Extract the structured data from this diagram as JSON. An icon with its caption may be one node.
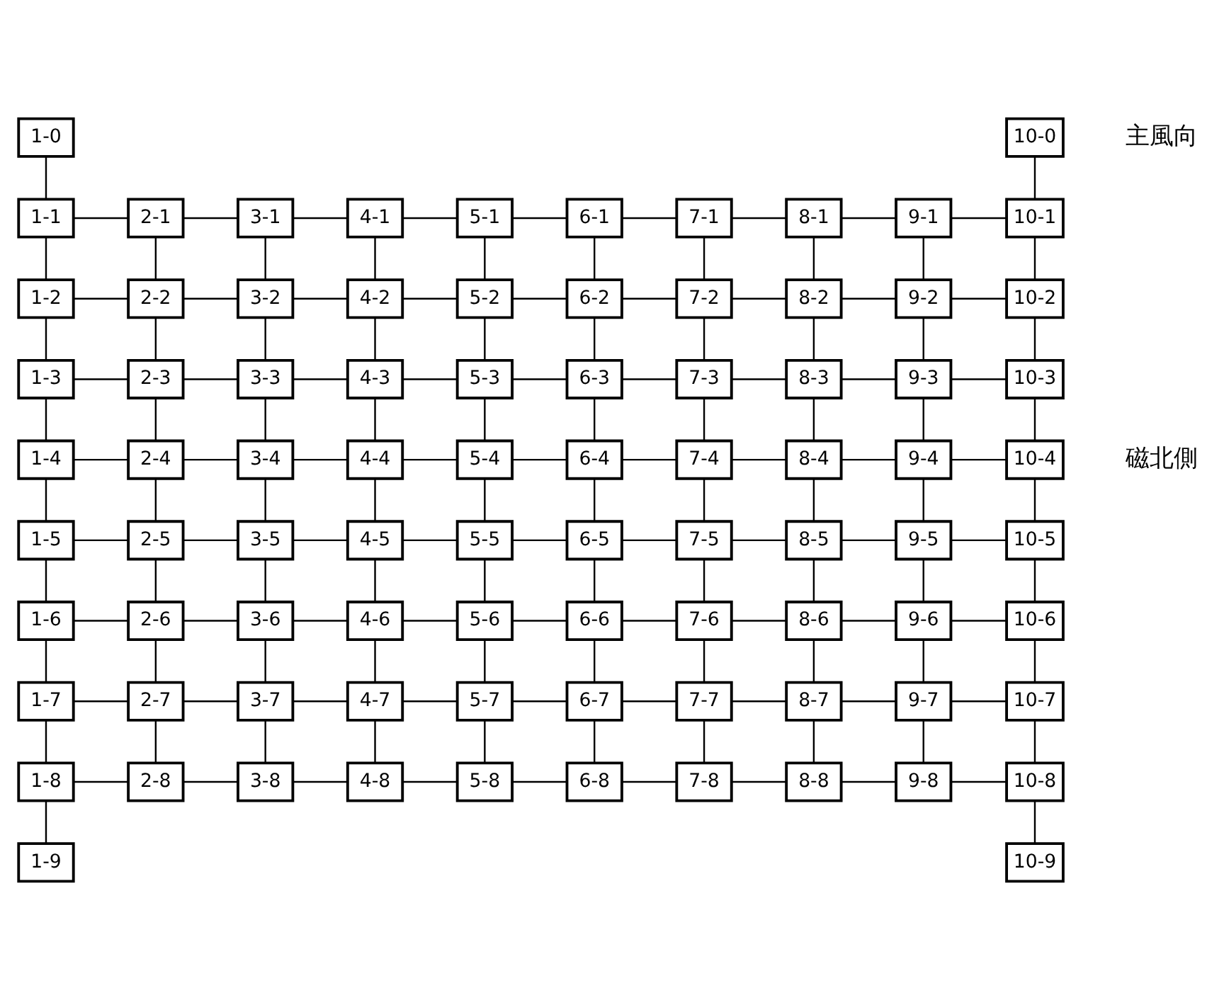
{
  "diagram": {
    "nodes": [
      {
        "text": [
          "1-0"
        ]
      },
      {
        "text": [
          "10-0"
        ]
      },
      {
        "text": [
          "1-1"
        ]
      },
      {
        "text": [
          "2-1"
        ]
      },
      {
        "text": [
          "3-1"
        ]
      },
      {
        "text": [
          "4-1"
        ]
      },
      {
        "text": [
          "5-1"
        ]
      },
      {
        "text": [
          "6-1"
        ]
      },
      {
        "text": [
          "7-1"
        ]
      },
      {
        "text": [
          "8-1"
        ]
      },
      {
        "text": [
          "9-1"
        ]
      },
      {
        "text": [
          "10-1"
        ]
      },
      {
        "text": [
          "1-2"
        ]
      },
      {
        "text": [
          "2-2"
        ]
      },
      {
        "text": [
          "3-2"
        ]
      },
      {
        "text": [
          "4-2"
        ]
      },
      {
        "text": [
          "5-2"
        ]
      },
      {
        "text": [
          "6-2"
        ]
      },
      {
        "text": [
          "7-2"
        ]
      },
      {
        "text": [
          "8-2"
        ]
      },
      {
        "text": [
          "9-2"
        ]
      },
      {
        "text": [
          "10-2"
        ]
      },
      {
        "text": [
          "1-3"
        ]
      },
      {
        "text": [
          "2-3"
        ]
      },
      {
        "text": [
          "3-3"
        ]
      },
      {
        "text": [
          "4-3"
        ]
      },
      {
        "text": [
          "5-3"
        ]
      },
      {
        "text": [
          "6-3"
        ]
      },
      {
        "text": [
          "7-3"
        ]
      },
      {
        "text": [
          "8-3"
        ]
      },
      {
        "text": [
          "9-3"
        ]
      },
      {
        "text": [
          "10-3"
        ]
      },
      {
        "text": [
          "1-4"
        ]
      },
      {
        "text": [
          "2-4"
        ]
      },
      {
        "text": [
          "3-4"
        ]
      },
      {
        "text": [
          "4-4"
        ]
      },
      {
        "text": [
          "5-4"
        ]
      },
      {
        "text": [
          "6-4"
        ]
      },
      {
        "text": [
          "7-4"
        ]
      },
      {
        "text": [
          "8-4"
        ]
      },
      {
        "text": [
          "9-4"
        ]
      },
      {
        "text": [
          "10-4"
        ]
      },
      {
        "text": [
          "1-5"
        ]
      },
      {
        "text": [
          "2-5"
        ]
      },
      {
        "text": [
          "3-5"
        ]
      },
      {
        "text": [
          "4-5"
        ]
      },
      {
        "text": [
          "5-5"
        ]
      },
      {
        "text": [
          "6-5"
        ]
      },
      {
        "text": [
          "7-5"
        ]
      },
      {
        "text": [
          "8-5"
        ]
      },
      {
        "text": [
          "9-5"
        ]
      },
      {
        "text": [
          "10-5"
        ]
      },
      {
        "text": [
          "1-6"
        ]
      },
      {
        "text": [
          "2-6"
        ]
      },
      {
        "text": [
          "3-6"
        ]
      },
      {
        "text": [
          "4-6"
        ]
      },
      {
        "text": [
          "5-6"
        ]
      },
      {
        "text": [
          "6-6"
        ]
      },
      {
        "text": [
          "7-6"
        ]
      },
      {
        "text": [
          "8-6"
        ]
      },
      {
        "text": [
          "9-6"
        ]
      },
      {
        "text": [
          "10-6"
        ]
      },
      {
        "text": [
          "1-7"
        ]
      },
      {
        "text": [
          "2-7"
        ]
      },
      {
        "text": [
          "3-7"
        ]
      },
      {
        "text": [
          "4-7"
        ]
      },
      {
        "text": [
          "5-7"
        ]
      },
      {
        "text": [
          "6-7"
        ]
      },
      {
        "text": [
          "7-7"
        ]
      },
      {
        "text": [
          "8-7"
        ]
      },
      {
        "text": [
          "9-7"
        ]
      },
      {
        "text": [
          "10-7"
        ]
      },
      {
        "text": [
          "1-8"
        ]
      },
      {
        "text": [
          "2-8"
        ]
      },
      {
        "text": [
          "3-8"
        ]
      },
      {
        "text": [
          "4-8"
        ]
      },
      {
        "text": [
          "5-8"
        ]
      },
      {
        "text": [
          "6-8"
        ]
      },
      {
        "text": [
          "7-8"
        ]
      },
      {
        "text": [
          "8-8"
        ]
      },
      {
        "text": [
          "9-8"
        ]
      },
      {
        "text": [
          "10-8"
        ]
      },
      {
        "text": [
          "1-9"
        ]
      },
      {
        "text": [
          "10-9"
        ]
      }
    ],
    "edges": [
      {
        "from": 0,
        "to": 2,
        "arrow": "none"
      },
      {
        "from": 1,
        "to": 11,
        "arrow": "none"
      },
      {
        "from": 2,
        "to": 3,
        "arrow": "none"
      },
      {
        "from": 3,
        "to": 4,
        "arrow": "none"
      },
      {
        "from": 4,
        "to": 5,
        "arrow": "none"
      },
      {
        "from": 5,
        "to": 6,
        "arrow": "none"
      },
      {
        "from": 6,
        "to": 7,
        "arrow": "none"
      },
      {
        "from": 7,
        "to": 8,
        "arrow": "none"
      },
      {
        "from": 8,
        "to": 9,
        "arrow": "none"
      },
      {
        "from": 9,
        "to": 10,
        "arrow": "none"
      },
      {
        "from": 10,
        "to": 11,
        "arrow": "none"
      },
      {
        "from": 12,
        "to": 13,
        "arrow": "none"
      },
      {
        "from": 13,
        "to": 14,
        "arrow": "none"
      },
      {
        "from": 14,
        "to": 15,
        "arrow": "none"
      },
      {
        "from": 15,
        "to": 16,
        "arrow": "none"
      },
      {
        "from": 16,
        "to": 17,
        "arrow": "none"
      },
      {
        "from": 17,
        "to": 18,
        "arrow": "none"
      },
      {
        "from": 18,
        "to": 19,
        "arrow": "none"
      },
      {
        "from": 19,
        "to": 20,
        "arrow": "none"
      },
      {
        "from": 20,
        "to": 21,
        "arrow": "none"
      },
      {
        "from": 22,
        "to": 23,
        "arrow": "none"
      },
      {
        "from": 23,
        "to": 24,
        "arrow": "none"
      },
      {
        "from": 24,
        "to": 25,
        "arrow": "none"
      },
      {
        "from": 25,
        "to": 26,
        "arrow": "none"
      },
      {
        "from": 26,
        "to": 27,
        "arrow": "none"
      },
      {
        "from": 27,
        "to": 28,
        "arrow": "none"
      },
      {
        "from": 28,
        "to": 29,
        "arrow": "none"
      },
      {
        "from": 29,
        "to": 30,
        "arrow": "none"
      },
      {
        "from": 30,
        "to": 31,
        "arrow": "none"
      },
      {
        "from": 32,
        "to": 33,
        "arrow": "none"
      },
      {
        "from": 33,
        "to": 34,
        "arrow": "none"
      },
      {
        "from": 34,
        "to": 35,
        "arrow": "none"
      },
      {
        "from": 35,
        "to": 36,
        "arrow": "none"
      },
      {
        "from": 36,
        "to": 37,
        "arrow": "none"
      },
      {
        "from": 37,
        "to": 38,
        "arrow": "none"
      },
      {
        "from": 38,
        "to": 39,
        "arrow": "none"
      },
      {
        "from": 39,
        "to": 40,
        "arrow": "none"
      },
      {
        "from": 40,
        "to": 41,
        "arrow": "none"
      },
      {
        "from": 42,
        "to": 43,
        "arrow": "none"
      },
      {
        "from": 43,
        "to": 44,
        "arrow": "none"
      },
      {
        "from": 44,
        "to": 45,
        "arrow": "none"
      },
      {
        "from": 45,
        "to": 46,
        "arrow": "none"
      },
      {
        "from": 46,
        "to": 47,
        "arrow": "none"
      },
      {
        "from": 47,
        "to": 48,
        "arrow": "none"
      },
      {
        "from": 48,
        "to": 49,
        "arrow": "none"
      },
      {
        "from": 49,
        "to": 50,
        "arrow": "none"
      },
      {
        "from": 50,
        "to": 51,
        "arrow": "none"
      },
      {
        "from": 52,
        "to": 53,
        "arrow": "none"
      },
      {
        "from": 53,
        "to": 54,
        "arrow": "none"
      },
      {
        "from": 54,
        "to": 55,
        "arrow": "none"
      },
      {
        "from": 55,
        "to": 56,
        "arrow": "none"
      },
      {
        "from": 56,
        "to": 57,
        "arrow": "none"
      },
      {
        "from": 57,
        "to": 58,
        "arrow": "none"
      },
      {
        "from": 58,
        "to": 59,
        "arrow": "none"
      },
      {
        "from": 59,
        "to": 60,
        "arrow": "none"
      },
      {
        "from": 60,
        "to": 61,
        "arrow": "none"
      },
      {
        "from": 62,
        "to": 63,
        "arrow": "none"
      },
      {
        "from": 63,
        "to": 64,
        "arrow": "none"
      },
      {
        "from": 64,
        "to": 65,
        "arrow": "none"
      },
      {
        "from": 65,
        "to": 66,
        "arrow": "none"
      },
      {
        "from": 66,
        "to": 67,
        "arrow": "none"
      },
      {
        "from": 67,
        "to": 68,
        "arrow": "none"
      },
      {
        "from": 68,
        "to": 69,
        "arrow": "none"
      },
      {
        "from": 69,
        "to": 70,
        "arrow": "none"
      },
      {
        "from": 70,
        "to": 71,
        "arrow": "none"
      },
      {
        "from": 72,
        "to": 73,
        "arrow": "none"
      },
      {
        "from": 73,
        "to": 74,
        "arrow": "none"
      },
      {
        "from": 74,
        "to": 75,
        "arrow": "none"
      },
      {
        "from": 75,
        "to": 76,
        "arrow": "none"
      },
      {
        "from": 76,
        "to": 77,
        "arrow": "none"
      },
      {
        "from": 77,
        "to": 78,
        "arrow": "none"
      },
      {
        "from": 78,
        "to": 79,
        "arrow": "none"
      },
      {
        "from": 79,
        "to": 80,
        "arrow": "none"
      },
      {
        "from": 80,
        "to": 81,
        "arrow": "none"
      },
      {
        "from": 2,
        "to": 12,
        "arrow": "none"
      },
      {
        "from": 3,
        "to": 13,
        "arrow": "none"
      },
      {
        "from": 4,
        "to": 14,
        "arrow": "none"
      },
      {
        "from": 5,
        "to": 15,
        "arrow": "none"
      },
      {
        "from": 6,
        "to": 16,
        "arrow": "none"
      },
      {
        "from": 7,
        "to": 17,
        "arrow": "none"
      },
      {
        "from": 8,
        "to": 18,
        "arrow": "none"
      },
      {
        "from": 9,
        "to": 19,
        "arrow": "none"
      },
      {
        "from": 10,
        "to": 20,
        "arrow": "none"
      },
      {
        "from": 11,
        "to": 21,
        "arrow": "none"
      },
      {
        "from": 12,
        "to": 22,
        "arrow": "none"
      },
      {
        "from": 13,
        "to": 23,
        "arrow": "none"
      },
      {
        "from": 14,
        "to": 24,
        "arrow": "none"
      },
      {
        "from": 15,
        "to": 25,
        "arrow": "none"
      },
      {
        "from": 16,
        "to": 26,
        "arrow": "none"
      },
      {
        "from": 17,
        "to": 27,
        "arrow": "none"
      },
      {
        "from": 18,
        "to": 28,
        "arrow": "none"
      },
      {
        "from": 19,
        "to": 29,
        "arrow": "none"
      },
      {
        "from": 20,
        "to": 30,
        "arrow": "none"
      },
      {
        "from": 21,
        "to": 31,
        "arrow": "none"
      },
      {
        "from": 22,
        "to": 32,
        "arrow": "none"
      },
      {
        "from": 23,
        "to": 33,
        "arrow": "none"
      },
      {
        "from": 24,
        "to": 34,
        "arrow": "none"
      },
      {
        "from": 25,
        "to": 35,
        "arrow": "none"
      },
      {
        "from": 26,
        "to": 36,
        "arrow": "none"
      },
      {
        "from": 27,
        "to": 37,
        "arrow": "none"
      },
      {
        "from": 28,
        "to": 38,
        "arrow": "none"
      },
      {
        "from": 29,
        "to": 39,
        "arrow": "none"
      },
      {
        "from": 30,
        "to": 40,
        "arrow": "none"
      },
      {
        "from": 31,
        "to": 41,
        "arrow": "none"
      },
      {
        "from": 32,
        "to": 42,
        "arrow": "none"
      },
      {
        "from": 33,
        "to": 43,
        "arrow": "none"
      },
      {
        "from": 34,
        "to": 44,
        "arrow": "none"
      },
      {
        "from": 35,
        "to": 45,
        "arrow": "none"
      },
      {
        "from": 36,
        "to": 46,
        "arrow": "none"
      },
      {
        "from": 37,
        "to": 47,
        "arrow": "none"
      },
      {
        "from": 38,
        "to": 48,
        "arrow": "none"
      },
      {
        "from": 39,
        "to": 49,
        "arrow": "none"
      },
      {
        "from": 40,
        "to": 50,
        "arrow": "none"
      },
      {
        "from": 41,
        "to": 51,
        "arrow": "none"
      },
      {
        "from": 42,
        "to": 52,
        "arrow": "none"
      },
      {
        "from": 43,
        "to": 53,
        "arrow": "none"
      },
      {
        "from": 44,
        "to": 54,
        "arrow": "none"
      },
      {
        "from": 45,
        "to": 55,
        "arrow": "none"
      },
      {
        "from": 46,
        "to": 56,
        "arrow": "none"
      },
      {
        "from": 47,
        "to": 57,
        "arrow": "none"
      },
      {
        "from": 48,
        "to": 58,
        "arrow": "none"
      },
      {
        "from": 49,
        "to": 59,
        "arrow": "none"
      },
      {
        "from": 50,
        "to": 60,
        "arrow": "none"
      },
      {
        "from": 51,
        "to": 61,
        "arrow": "none"
      },
      {
        "from": 52,
        "to": 62,
        "arrow": "none"
      },
      {
        "from": 53,
        "to": 63,
        "arrow": "none"
      },
      {
        "from": 54,
        "to": 64,
        "arrow": "none"
      },
      {
        "from": 55,
        "to": 65,
        "arrow": "none"
      },
      {
        "from": 56,
        "to": 66,
        "arrow": "none"
      },
      {
        "from": 57,
        "to": 67,
        "arrow": "none"
      },
      {
        "from": 58,
        "to": 68,
        "arrow": "none"
      },
      {
        "from": 59,
        "to": 69,
        "arrow": "none"
      },
      {
        "from": 60,
        "to": 70,
        "arrow": "none"
      },
      {
        "from": 61,
        "to": 71,
        "arrow": "none"
      },
      {
        "from": 62,
        "to": 72,
        "arrow": "none"
      },
      {
        "from": 63,
        "to": 73,
        "arrow": "none"
      },
      {
        "from": 64,
        "to": 74,
        "arrow": "none"
      },
      {
        "from": 65,
        "to": 75,
        "arrow": "none"
      },
      {
        "from": 66,
        "to": 76,
        "arrow": "none"
      },
      {
        "from": 67,
        "to": 77,
        "arrow": "none"
      },
      {
        "from": 68,
        "to": 78,
        "arrow": "none"
      },
      {
        "from": 69,
        "to": 79,
        "arrow": "none"
      },
      {
        "from": 70,
        "to": 80,
        "arrow": "none"
      },
      {
        "from": 71,
        "to": 81,
        "arrow": "none"
      },
      {
        "from": 72,
        "to": 82,
        "arrow": "none"
      },
      {
        "from": 81,
        "to": 83,
        "arrow": "none"
      }
    ],
    "labels": [
      "主風向",
      "磁北側"
    ]
  }
}
